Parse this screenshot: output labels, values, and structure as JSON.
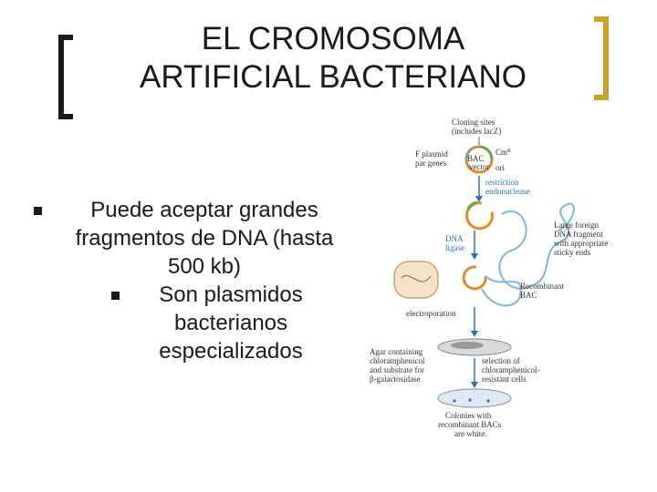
{
  "title": {
    "line1": "EL CROMOSOMA",
    "line2": "ARTIFICIAL BACTERIANO"
  },
  "bullets": {
    "main": "Puede aceptar grandes fragmentos de DNA (hasta 500 kb)",
    "sub": "Son plasmidos bacterianos especializados"
  },
  "diagram": {
    "cloning_sites_1": "Cloning sites",
    "cloning_sites_2": "(includes lacZ)",
    "f_plasmid_1": "F plasmid",
    "f_plasmid_2": "par genes",
    "bac_1": "BAC",
    "bac_2": "vector",
    "cm": "Cm",
    "cm_sup": "R",
    "ori": "ori",
    "restriction_1": "restriction",
    "restriction_2": "endonuclease",
    "large_1": "Large foreign",
    "large_2": "DNA fragment",
    "large_3": "with appropriate",
    "large_4": "sticky ends",
    "dna_ligase_1": "DNA",
    "dna_ligase_2": "ligase",
    "recombinant_1": "Recombinant",
    "recombinant_2": "BAC",
    "electroporation": "electroporation",
    "agar_1": "Agar containing",
    "agar_2": "chloramphenicol",
    "agar_3": "and substrate for",
    "agar_4": "β-galactosidase",
    "selection_1": "selection of",
    "selection_2": "chloramphenicol-",
    "selection_3": "resistant cells",
    "colonies_1": "Colonies with",
    "colonies_2": "recombinant BACs",
    "colonies_3": "are white."
  }
}
